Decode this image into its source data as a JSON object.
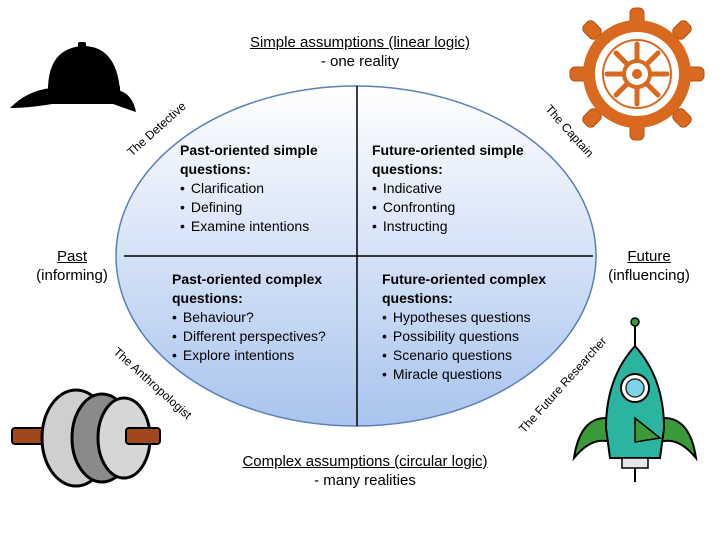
{
  "top": {
    "title": "Simple assumptions (linear logic)",
    "sub": "- one reality"
  },
  "bottom": {
    "title": "Complex assumptions (circular logic)",
    "sub": "- many realities"
  },
  "left": {
    "title": "Past",
    "sub": "(informing)"
  },
  "right": {
    "title": "Future",
    "sub": "(influencing)"
  },
  "quadrants": {
    "tl": {
      "title": [
        "Past-oriented simple",
        "questions:"
      ],
      "items": [
        "Clarification",
        "Defining",
        "Examine intentions"
      ]
    },
    "tr": {
      "title": [
        "Future-oriented simple",
        "questions:"
      ],
      "items": [
        "Indicative",
        "Confronting",
        "Instructing"
      ]
    },
    "bl": {
      "title": [
        "Past-oriented complex",
        "questions:"
      ],
      "items": [
        "Behaviour?",
        "Different perspectives?",
        "Explore intentions"
      ]
    },
    "br": {
      "title": [
        "Future-oriented complex",
        "questions:"
      ],
      "items": [
        "Hypotheses questions",
        "Possibility questions",
        "Scenario questions",
        "Miracle questions"
      ]
    }
  },
  "roles": {
    "detective": "The Detective",
    "captain": "The Captain",
    "anthropologist": "The Anthropologist",
    "future_researcher": "The Future Researcher"
  },
  "icons": {
    "detective": "deerstalker-hat-icon",
    "captain": "ship-wheel-icon",
    "anthropologist": "pipe-icon",
    "future_researcher": "rocket-icon"
  },
  "colors": {
    "ellipse_top": "#ffffff",
    "ellipse_bottom": "#a9c4ee",
    "ellipse_stroke": "#5a7fb8",
    "wheel": "#d8691f",
    "rocket": "#2bb5a0",
    "rocket_fins": "#3a9a3a"
  }
}
